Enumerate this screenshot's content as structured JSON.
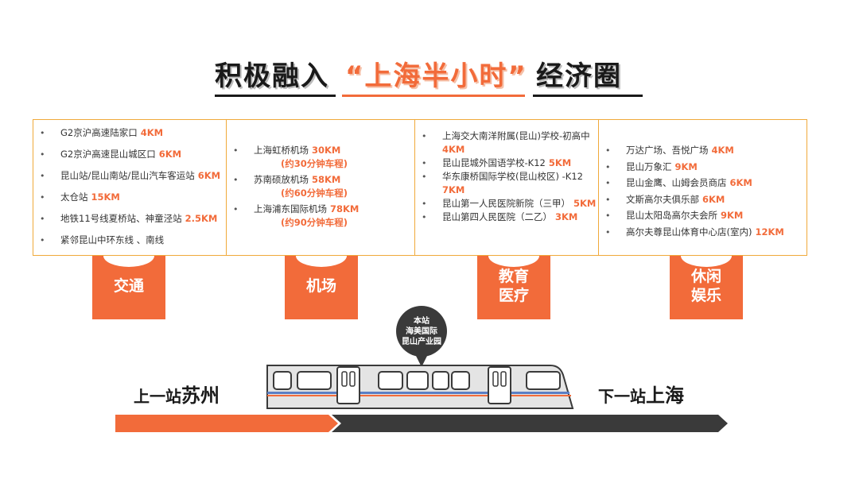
{
  "title": {
    "part1": "积极融入",
    "part2": "“上海半小时”",
    "part3": "经济圈"
  },
  "columns": [
    {
      "tab": [
        "交通"
      ],
      "items": [
        {
          "text": "G2京沪高速陆家口",
          "dist": "4KM"
        },
        {
          "text": "G2京沪高速昆山城区口",
          "dist": "6KM"
        },
        {
          "text": "昆山站/昆山南站/昆山汽车客运站",
          "dist": "6KM"
        },
        {
          "text": "太仓站",
          "dist": "15KM"
        },
        {
          "text": "地铁11号线夏桥站、神童泾站",
          "dist": "2.5KM"
        },
        {
          "text": "紧邻昆山中环东线 、南线",
          "dist": ""
        }
      ]
    },
    {
      "tab": [
        "机场"
      ],
      "items": [
        {
          "text": "上海虹桥机场",
          "dist": "30KM",
          "note": "(约30分钟车程)"
        },
        {
          "text": "苏南硕放机场",
          "dist": "58KM",
          "note": "(约60分钟车程)"
        },
        {
          "text": "上海浦东国际机场",
          "dist": "78KM",
          "note": "(约90分钟车程)"
        }
      ]
    },
    {
      "tab": [
        "教育",
        "医疗"
      ],
      "items": [
        {
          "text": "上海交大南洋附属(昆山)学校-初高中",
          "dist": "",
          "line2": "4KM"
        },
        {
          "text": "昆山昆城外国语学校-K12",
          "dist": "5KM"
        },
        {
          "text": "华东康桥国际学校(昆山校区) -K12",
          "dist": "",
          "line2": "7KM"
        },
        {
          "text": "昆山第一人民医院新院（三甲）",
          "dist": "5KM"
        },
        {
          "text": "昆山第四人民医院（二乙）",
          "dist": "3KM"
        }
      ]
    },
    {
      "tab": [
        "休闲",
        "娱乐"
      ],
      "items": [
        {
          "text": "万达广场、吾悦广场",
          "dist": "4KM"
        },
        {
          "text": "昆山万象汇",
          "dist": "9KM"
        },
        {
          "text": "昆山金鹰、山姆会员商店",
          "dist": "6KM"
        },
        {
          "text": "文斯高尔夫俱乐部",
          "dist": "6KM"
        },
        {
          "text": "昆山太阳岛高尔夫会所",
          "dist": "9KM"
        },
        {
          "text": "高尔夫尊昆山体育中心店(室内)",
          "dist": "12KM"
        }
      ]
    }
  ],
  "pin": [
    "本站",
    "海美国际",
    "昆山产业园"
  ],
  "prev_station": {
    "prefix": "上一站",
    "name": "苏州"
  },
  "next_station": {
    "prefix": "下一站",
    "name": "上海"
  },
  "colors": {
    "accent": "#f26b3a",
    "border": "#f0a93a",
    "dark": "#3a3a3a"
  },
  "icons": [
    "location-pin-icon",
    "train-icon",
    "track-arrow-icon"
  ]
}
